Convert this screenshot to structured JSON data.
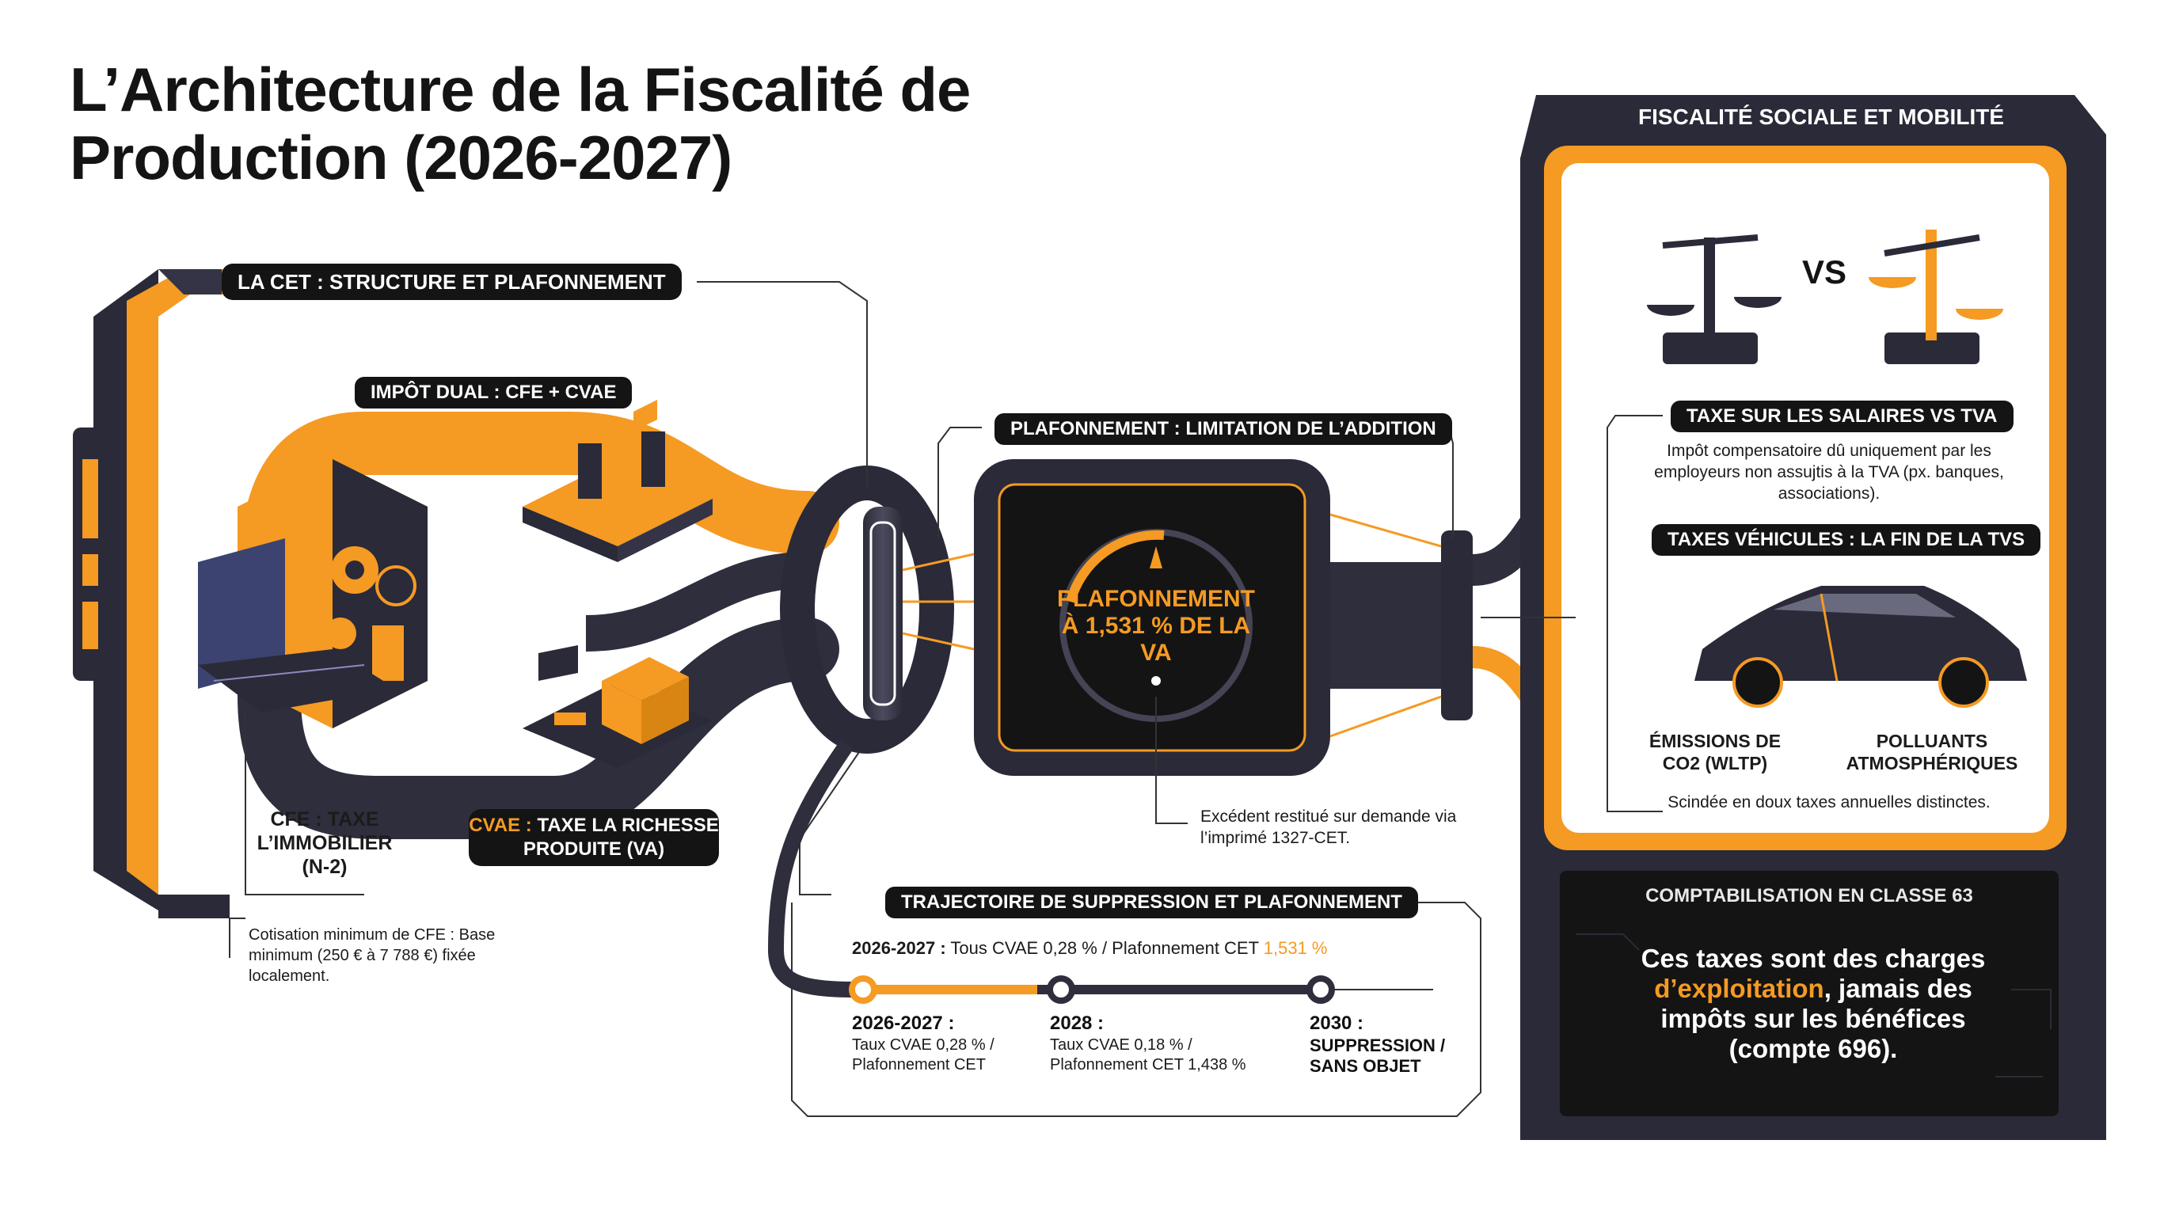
{
  "title": "L’Architecture de la Fiscalité de Production (2026-2027)",
  "cet_section": {
    "header": "LA CET : STRUCTURE ET PLAFONNEMENT",
    "dual_tax_pill": "IMPÔT DUAL : CFE + CVAE",
    "cfe_label": "CFE : TAXE L’IMMOBILIER (N-2)",
    "cvae_prefix": "CVAE : ",
    "cvae_label": "TAXE LA RICHESSE PRODUITE (VA)",
    "cfe_min_note": "Cotisation minimum de CFE : Base minimum (250 € à 7 788 €) fixée localement."
  },
  "plafonnement": {
    "header": "PLAFONNEMENT : LIMITATION DE L’ADDITION",
    "gauge_text": "PLAFONNEMENT À 1,531 % DE LA VA",
    "gauge_level": 0.5,
    "note": "Excédent restitué sur demande via l’imprimé 1327-CET."
  },
  "trajectory": {
    "header": "TRAJECTOIRE DE SUPPRESSION ET PLAFONNEMENT",
    "summary_bold": "2026-2027 :",
    "summary_text": " Tous CVAE 0,28 % / Plafonnement CET ",
    "summary_highlight": "1,531 %",
    "steps": [
      {
        "year": "2026-2027 :",
        "desc": "Taux CVAE 0,28 % / Plafonnement CET"
      },
      {
        "year": "2028 :",
        "desc": "Taux CVAE 0,18 % / Plafonnement CET 1,438 %"
      },
      {
        "year": "2030 :",
        "desc": "SUPPRESSION / SANS OBJET"
      }
    ]
  },
  "social": {
    "header": "FISCALITÉ SOCIALE ET MOBILITÉ",
    "vs_label": "VS",
    "salary_tax_pill": "TAXE SUR LES SALAIRES VS TVA",
    "salary_tax_desc": "Impôt compensatoire dû uniquement par les employeurs non assujtis à la TVA (px. banques, associations).",
    "vehicle_pill": "TAXES VÉHICULES : LA FIN DE LA TVS",
    "emissions_label": "ÉMISSIONS DE CO2 (WLTP)",
    "pollutants_label": "POLLUANTS ATMOSPHÉRIQUES",
    "vehicle_note": "Scindée en doux taxes annuelles distinctes."
  },
  "accounting": {
    "header": "COMPTABILISATION EN CLASSE 63",
    "body_pre": "Ces taxes sont des charges ",
    "body_highlight": "d’exploitation",
    "body_post": ", jamais des impôts sur les bénéfices (compte 696)."
  },
  "colors": {
    "accent": "#f59a23",
    "dark": "#2a2a38",
    "ink": "#141414"
  },
  "icons": [
    "scales-icon",
    "car-icon",
    "gear-icon",
    "building-icon",
    "chart-icon",
    "box-icon"
  ]
}
